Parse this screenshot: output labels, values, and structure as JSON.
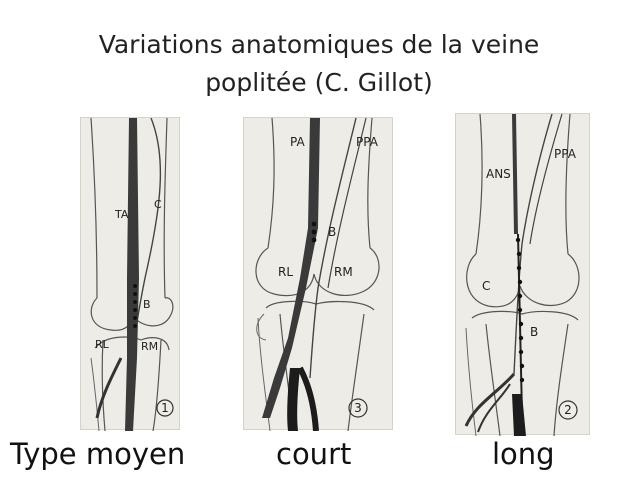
{
  "title": {
    "line1": "Variations anatomiques de la veine",
    "line2": "poplitée (C. Gillot)"
  },
  "figures": [
    {
      "caption": "Type moyen",
      "number": "1",
      "labels": {
        "ta": "TA",
        "c": "C",
        "b": "B",
        "rl": "RL",
        "rm": "RM"
      }
    },
    {
      "caption": "court",
      "number": "3",
      "labels": {
        "pa": "PA",
        "ppa": "PPA",
        "b": "B",
        "rl": "RL",
        "rm": "RM"
      }
    },
    {
      "caption": "long",
      "number": "2",
      "labels": {
        "ans": "ANS",
        "ppa": "PPA",
        "c": "C",
        "b": "B"
      }
    }
  ]
}
